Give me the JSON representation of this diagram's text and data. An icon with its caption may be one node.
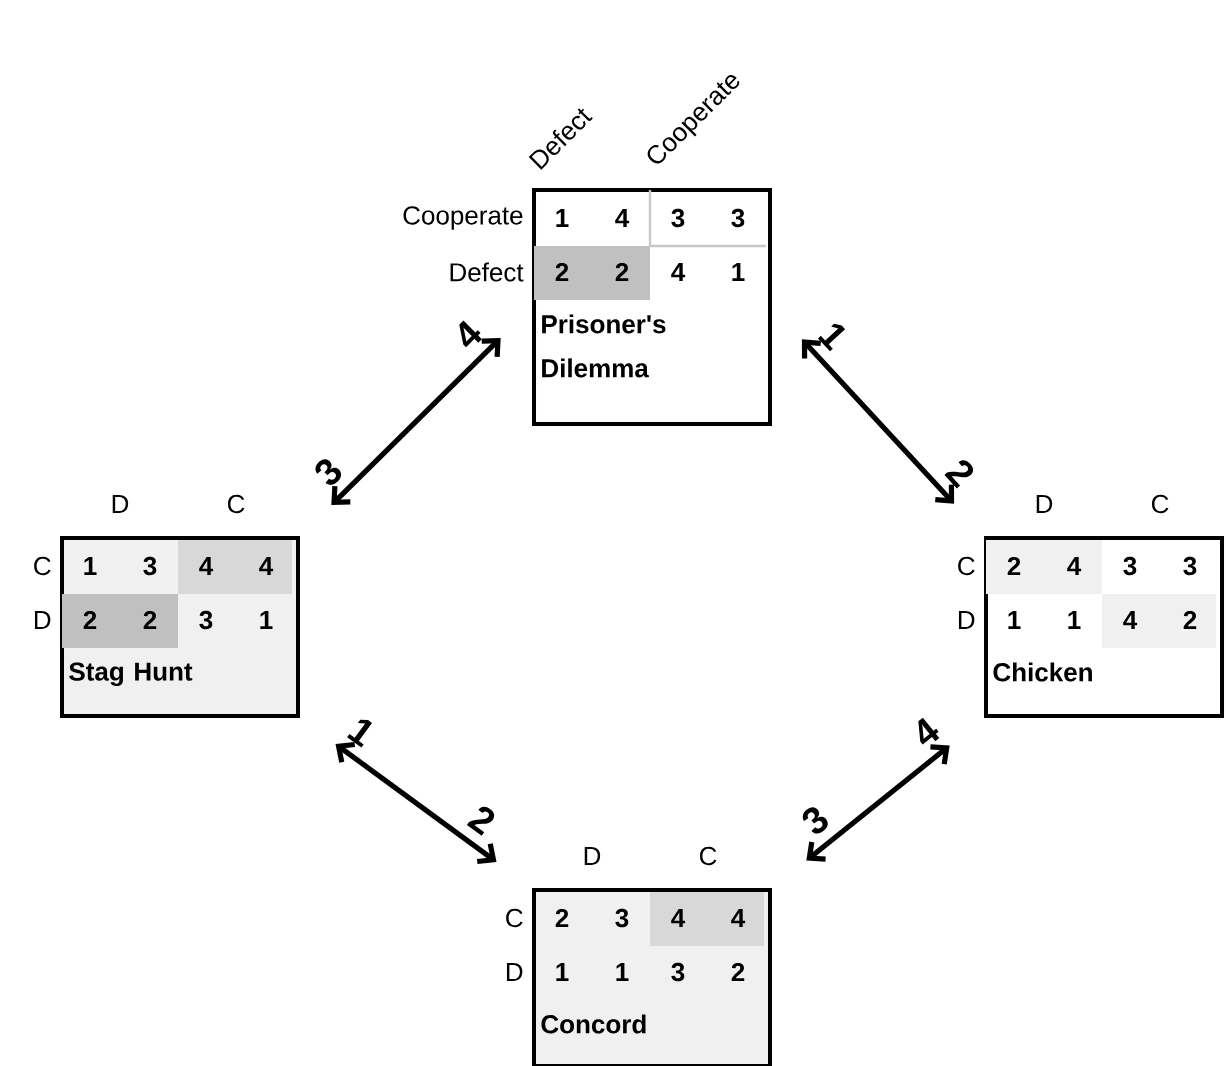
{
  "diagram": {
    "nodes": [
      {
        "text": [
          "1",
          "4",
          "3",
          "3",
          "2",
          "2",
          "4",
          "1",
          "Prisoner's Dilemma"
        ],
        "beside": [
          "Defect",
          "Cooperate",
          "Cooperate",
          "Defect"
        ]
      },
      {
        "text": [
          "1",
          "3",
          "4",
          "4",
          "2",
          "2",
          "3",
          "1",
          "Stag Hunt"
        ],
        "beside": [
          "D",
          "C",
          "C",
          "D"
        ]
      },
      {
        "text": [
          "2",
          "4",
          "3",
          "3",
          "1",
          "1",
          "4",
          "2",
          "Chicken"
        ],
        "beside": [
          "D",
          "C",
          "C",
          "D"
        ]
      },
      {
        "text": [
          "2",
          "3",
          "4",
          "4",
          "1",
          "1",
          "3",
          "2",
          "Concord"
        ],
        "beside": [
          "D",
          "C",
          "C",
          "D"
        ]
      }
    ],
    "edges": [
      {
        "from": 0,
        "to": 1,
        "arrow": "both"
      },
      {
        "from": 0,
        "to": 2,
        "arrow": "both"
      },
      {
        "from": 1,
        "to": 3,
        "arrow": "both"
      },
      {
        "from": 2,
        "to": 3,
        "arrow": "both"
      }
    ],
    "labels": [
      "3",
      "4",
      "1",
      "2",
      "1",
      "2",
      "3",
      "4"
    ]
  }
}
